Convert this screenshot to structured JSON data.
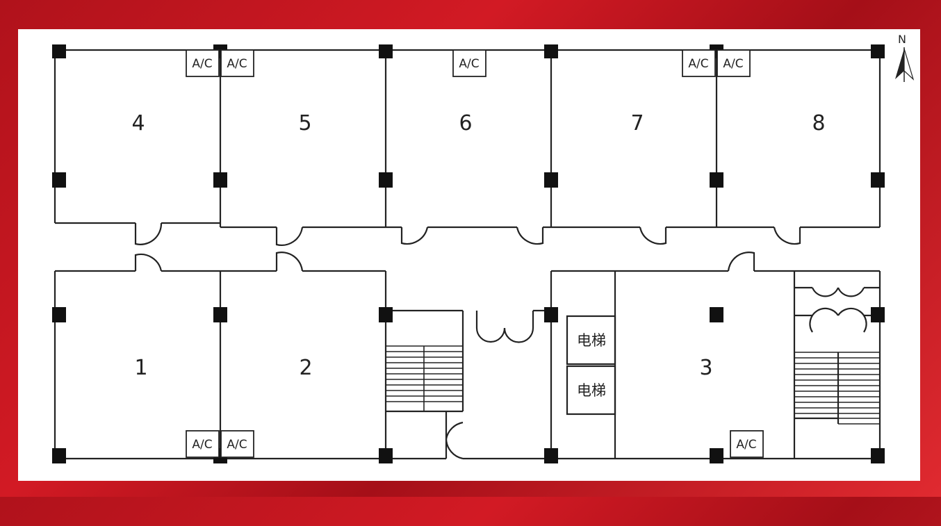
{
  "floorplan": {
    "rooms": [
      {
        "number": "1"
      },
      {
        "number": "2"
      },
      {
        "number": "3"
      },
      {
        "number": "4"
      },
      {
        "number": "5"
      },
      {
        "number": "6"
      },
      {
        "number": "7"
      },
      {
        "number": "8"
      }
    ],
    "ac_label": "A/C",
    "elevators": [
      {
        "label": "电梯"
      },
      {
        "label": "电梯"
      }
    ],
    "north_label": "N"
  },
  "colors": {
    "background": "#c8161e",
    "wall": "#222222",
    "column": "#111111",
    "panel": "#ffffff"
  }
}
